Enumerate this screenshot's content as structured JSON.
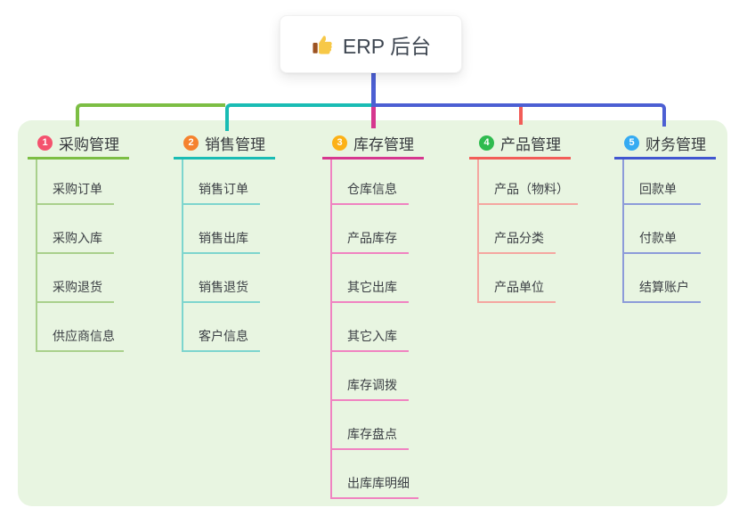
{
  "root": {
    "title": "ERP 后台",
    "icon": "thumbs-up-icon"
  },
  "canvas": {
    "panel_bg": "#E8F5E1",
    "connector_blue": "#4C5FD3"
  },
  "branches": [
    {
      "index": "1",
      "label": "采购管理",
      "badge_color": "#F4526E",
      "line_color": "#7CBE44",
      "child_line_color": "#A9D08C",
      "children": [
        "采购订单",
        "采购入库",
        "采购退货",
        "供应商信息"
      ]
    },
    {
      "index": "2",
      "label": "销售管理",
      "badge_color": "#F5822E",
      "line_color": "#19BCB4",
      "child_line_color": "#7DD5CE",
      "children": [
        "销售订单",
        "销售出库",
        "销售退货",
        "客户信息"
      ]
    },
    {
      "index": "3",
      "label": "库存管理",
      "badge_color": "#FCB116",
      "line_color": "#D6378F",
      "child_line_color": "#F083C1",
      "children": [
        "仓库信息",
        "产品库存",
        "其它出库",
        "其它入库",
        "库存调拨",
        "库存盘点",
        "出库库明细"
      ]
    },
    {
      "index": "4",
      "label": "产品管理",
      "badge_color": "#2FBB4F",
      "line_color": "#F25D58",
      "child_line_color": "#F5A6A0",
      "children": [
        "产品（物料）",
        "产品分类",
        "产品单位"
      ]
    },
    {
      "index": "5",
      "label": "财务管理",
      "badge_color": "#35ABF2",
      "line_color": "#4156D0",
      "child_line_color": "#8C9BD9",
      "children": [
        "回款单",
        "付款单",
        "结算账户"
      ]
    }
  ]
}
